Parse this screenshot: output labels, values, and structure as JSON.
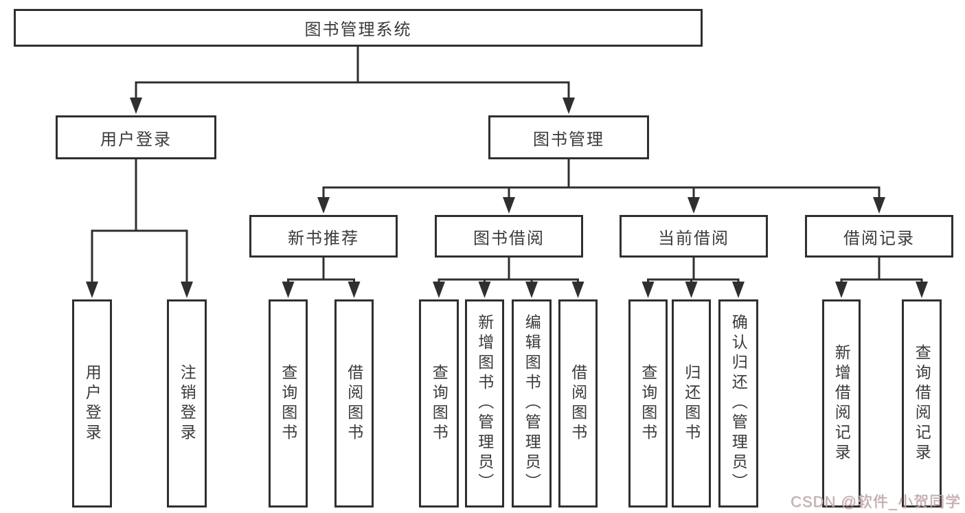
{
  "diagram": {
    "watermark": "CSDN @软件_小贺同学",
    "colors": {
      "line": "#2f2f2f",
      "text": "#3a3a3a",
      "background": "#ffffff",
      "watermark": "#b9aeae"
    },
    "tree": {
      "label": "图书管理系统",
      "children": [
        {
          "label": "用户登录",
          "children": [
            {
              "label": "用户登录"
            },
            {
              "label": "注销登录"
            }
          ]
        },
        {
          "label": "图书管理",
          "children": [
            {
              "label": "新书推荐",
              "children": [
                {
                  "label": "查询图书"
                },
                {
                  "label": "借阅图书"
                }
              ]
            },
            {
              "label": "图书借阅",
              "children": [
                {
                  "label": "查询图书"
                },
                {
                  "label": "新增图书（管理员）"
                },
                {
                  "label": "编辑图书（管理员）"
                },
                {
                  "label": "借阅图书"
                }
              ]
            },
            {
              "label": "当前借阅",
              "children": [
                {
                  "label": "查询图书"
                },
                {
                  "label": "归还图书"
                },
                {
                  "label": "确认归还（管理员）"
                }
              ]
            },
            {
              "label": "借阅记录",
              "children": [
                {
                  "label": "新增借阅记录"
                },
                {
                  "label": "查询借阅记录"
                }
              ]
            }
          ]
        }
      ]
    }
  }
}
